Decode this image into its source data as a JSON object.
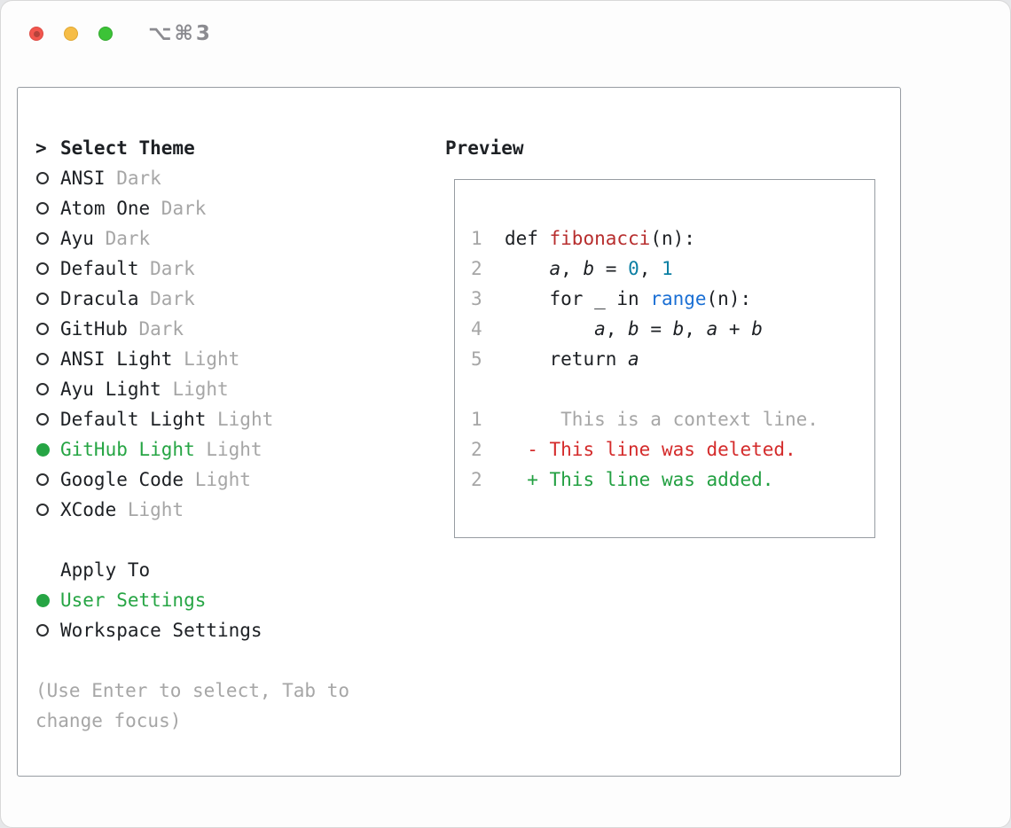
{
  "window": {
    "title": "⌥⌘3"
  },
  "theme_selector": {
    "prompt": ">",
    "heading": "Select Theme",
    "items": [
      {
        "name": "ANSI",
        "variant": "Dark",
        "selected": false
      },
      {
        "name": "Atom One",
        "variant": "Dark",
        "selected": false
      },
      {
        "name": "Ayu",
        "variant": "Dark",
        "selected": false
      },
      {
        "name": "Default",
        "variant": "Dark",
        "selected": false
      },
      {
        "name": "Dracula",
        "variant": "Dark",
        "selected": false
      },
      {
        "name": "GitHub",
        "variant": "Dark",
        "selected": false
      },
      {
        "name": "ANSI Light",
        "variant": "Light",
        "selected": false
      },
      {
        "name": "Ayu Light",
        "variant": "Light",
        "selected": false
      },
      {
        "name": "Default Light",
        "variant": "Light",
        "selected": false
      },
      {
        "name": "GitHub Light",
        "variant": "Light",
        "selected": true
      },
      {
        "name": "Google Code",
        "variant": "Light",
        "selected": false
      },
      {
        "name": "XCode",
        "variant": "Light",
        "selected": false
      }
    ]
  },
  "apply_to": {
    "heading": "Apply To",
    "options": [
      {
        "label": "User Settings",
        "selected": true
      },
      {
        "label": "Workspace Settings",
        "selected": false
      }
    ]
  },
  "hint": "(Use Enter to select, Tab to change focus)",
  "preview": {
    "heading": "Preview",
    "lines": [
      {
        "num": "1",
        "tokens": [
          {
            "text": "def ",
            "style": "plain"
          },
          {
            "text": "fibonacci",
            "style": "func"
          },
          {
            "text": "(n):",
            "style": "plain"
          }
        ]
      },
      {
        "num": "2",
        "tokens": [
          {
            "text": "    ",
            "style": "plain"
          },
          {
            "text": "a",
            "style": "var"
          },
          {
            "text": ", ",
            "style": "plain"
          },
          {
            "text": "b",
            "style": "var"
          },
          {
            "text": " = ",
            "style": "plain"
          },
          {
            "text": "0",
            "style": "num"
          },
          {
            "text": ", ",
            "style": "plain"
          },
          {
            "text": "1",
            "style": "num"
          }
        ]
      },
      {
        "num": "3",
        "tokens": [
          {
            "text": "    for _ in ",
            "style": "plain"
          },
          {
            "text": "range",
            "style": "builtin"
          },
          {
            "text": "(n):",
            "style": "plain"
          }
        ]
      },
      {
        "num": "4",
        "tokens": [
          {
            "text": "        ",
            "style": "plain"
          },
          {
            "text": "a",
            "style": "var"
          },
          {
            "text": ", ",
            "style": "plain"
          },
          {
            "text": "b",
            "style": "var"
          },
          {
            "text": " = ",
            "style": "plain"
          },
          {
            "text": "b",
            "style": "var"
          },
          {
            "text": ", ",
            "style": "plain"
          },
          {
            "text": "a",
            "style": "var"
          },
          {
            "text": " + ",
            "style": "plain"
          },
          {
            "text": "b",
            "style": "var"
          }
        ]
      },
      {
        "num": "5",
        "tokens": [
          {
            "text": "    return ",
            "style": "plain"
          },
          {
            "text": "a",
            "style": "var"
          }
        ]
      },
      {
        "num": "",
        "tokens": []
      },
      {
        "num": "1",
        "tokens": [
          {
            "text": "     This is a context line.",
            "style": "context"
          }
        ]
      },
      {
        "num": "2",
        "tokens": [
          {
            "text": "  - This line was deleted.",
            "style": "deleted"
          }
        ]
      },
      {
        "num": "2",
        "tokens": [
          {
            "text": "  + This line was added.",
            "style": "added"
          }
        ]
      }
    ]
  },
  "colors": {
    "text_black": "#1d2024",
    "muted_gray": "#a6a6a6",
    "selection_green": "#26a544",
    "function_red": "#b72e2e",
    "number_teal": "#0b7fa3",
    "builtin_blue": "#1a6fd4",
    "deleted_red": "#d42b2b",
    "added_green": "#23a042",
    "line_number_gray": "#a6a6a6",
    "border_gray": "#979ca2"
  }
}
